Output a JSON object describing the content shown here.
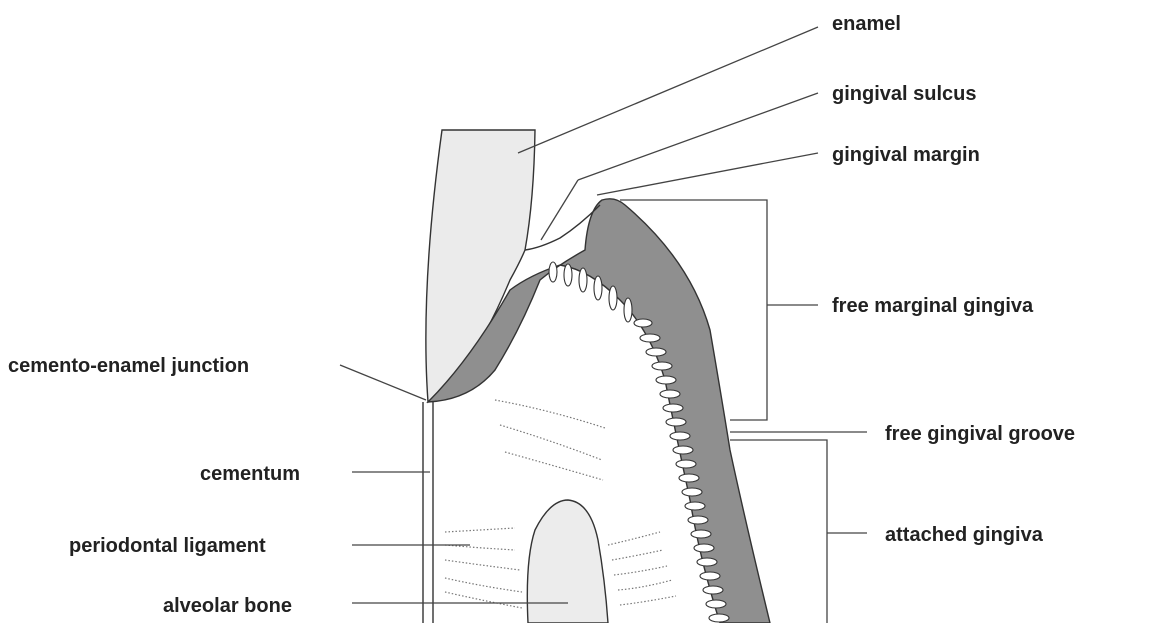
{
  "labels": {
    "enamel": "enamel",
    "gingival_sulcus": "gingival sulcus",
    "gingival_margin": "gingival margin",
    "free_marginal_gingiva": "free marginal gingiva",
    "cemento_enamel_junction": "cemento-enamel junction",
    "free_gingival_groove": "free gingival groove",
    "cementum": "cementum",
    "attached_gingiva": "attached gingiva",
    "periodontal_ligament": "periodontal ligament",
    "alveolar_bone": "alveolar bone"
  },
  "colors": {
    "enamel_fill": "#ebebeb",
    "gingiva_fill": "#8f8f8f",
    "bone_fill": "#ececec",
    "line": "#333333",
    "text": "#222222"
  }
}
